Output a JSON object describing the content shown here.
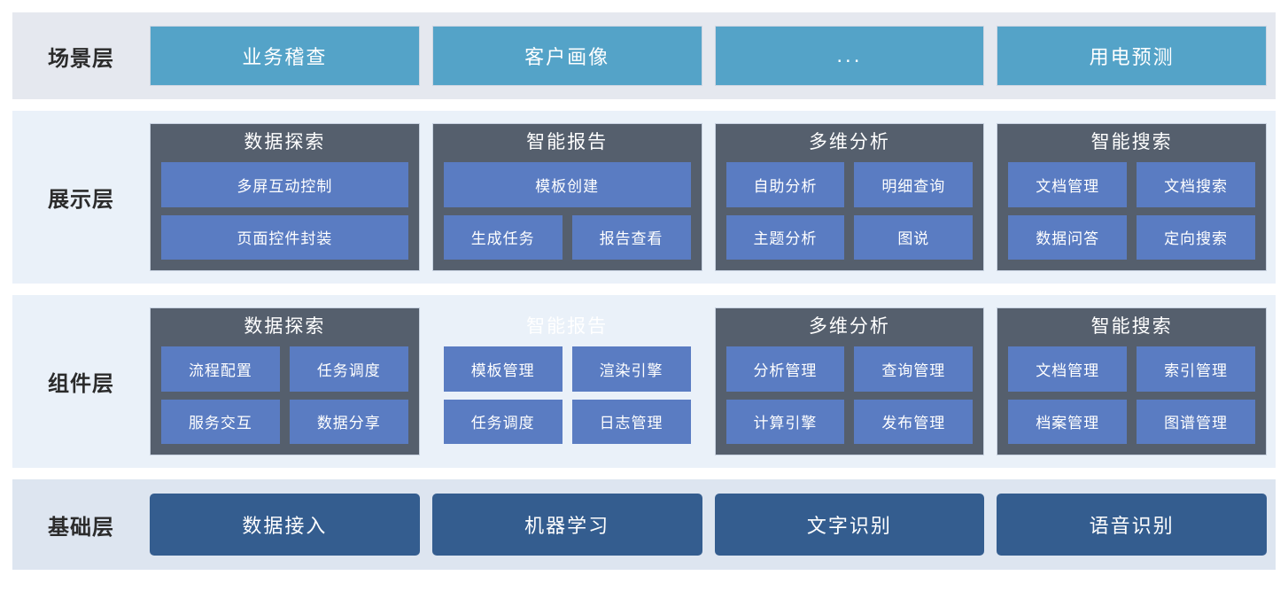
{
  "colors": {
    "scene_band_bg": "#e5e8ef",
    "module_band_bg": "#eaf1f9",
    "base_band_bg": "#dde5f0",
    "scene_card": "#54a3c8",
    "module_card": "#555f6d",
    "chip": "#5a7cc2",
    "base_card": "#345d8f",
    "label_text": "#2b2b2b",
    "card_text": "#ffffff"
  },
  "bands": [
    {
      "id": "scene-layer",
      "label": "场景层",
      "cards": [
        {
          "title": "业务稽查"
        },
        {
          "title": "客户画像"
        },
        {
          "title": "..."
        },
        {
          "title": "用电预测"
        }
      ]
    },
    {
      "id": "presentation-layer",
      "label": "展示层",
      "cards": [
        {
          "title": "数据探索",
          "rows": [
            [
              "多屏互动控制"
            ],
            [
              "页面控件封装"
            ]
          ]
        },
        {
          "title": "智能报告",
          "rows": [
            [
              "模板创建"
            ],
            [
              "生成任务",
              "报告查看"
            ]
          ]
        },
        {
          "title": "多维分析",
          "rows": [
            [
              "自助分析",
              "明细查询"
            ],
            [
              "主题分析",
              "图说"
            ]
          ]
        },
        {
          "title": "智能搜索",
          "rows": [
            [
              "文档管理",
              "文档搜索"
            ],
            [
              "数据问答",
              "定向搜索"
            ]
          ]
        }
      ]
    },
    {
      "id": "component-layer",
      "label": "组件层",
      "cards": [
        {
          "title": "数据探索",
          "rows": [
            [
              "流程配置",
              "任务调度"
            ],
            [
              "服务交互",
              "数据分享"
            ]
          ]
        },
        {
          "title": "智能报告",
          "ghost": true,
          "rows": [
            [
              "模板管理",
              "渲染引擎"
            ],
            [
              "任务调度",
              "日志管理"
            ]
          ]
        },
        {
          "title": "多维分析",
          "rows": [
            [
              "分析管理",
              "查询管理"
            ],
            [
              "计算引擎",
              "发布管理"
            ]
          ]
        },
        {
          "title": "智能搜索",
          "rows": [
            [
              "文档管理",
              "索引管理"
            ],
            [
              "档案管理",
              "图谱管理"
            ]
          ]
        }
      ]
    },
    {
      "id": "base-layer",
      "label": "基础层",
      "cards": [
        {
          "title": "数据接入"
        },
        {
          "title": "机器学习"
        },
        {
          "title": "文字识别"
        },
        {
          "title": "语音识别"
        }
      ]
    }
  ]
}
